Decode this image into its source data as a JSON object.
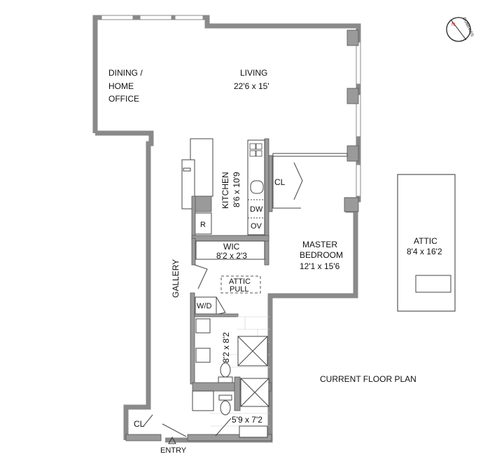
{
  "rooms": {
    "dining": [
      "DINING /",
      "HOME",
      "OFFICE"
    ],
    "living": {
      "name": "LIVING",
      "size": "22'6 x 15'"
    },
    "kitchen": {
      "name": "KITCHEN",
      "size": "8'6 x 10'9"
    },
    "kitchen_fixtures": {
      "dw": "DW",
      "ov": "OV",
      "r": "R"
    },
    "closet_master": "CL",
    "wic": {
      "name": "WIC",
      "size": "8'2 x 2'3"
    },
    "attic_pull": [
      "ATTIC",
      "PULL"
    ],
    "master": {
      "name": [
        "MASTER",
        "BEDROOM"
      ],
      "size": "12'1 x 15'6"
    },
    "gallery": "GALLERY",
    "wd": "W/D",
    "bath1_size": "8'2 x 8'2",
    "bath2_size": "5'9 x 7'2",
    "closet_entry": "CL",
    "entry": "ENTRY",
    "attic": {
      "name": "ATTIC",
      "size": "8'4 x 16'2"
    }
  },
  "plan_title": "CURRENT FLOOR PLAN",
  "compass": {
    "label": "COMPASS",
    "north": "N",
    "north_color": "#d22020"
  },
  "colors": {
    "wall": "#8a8a8a"
  }
}
